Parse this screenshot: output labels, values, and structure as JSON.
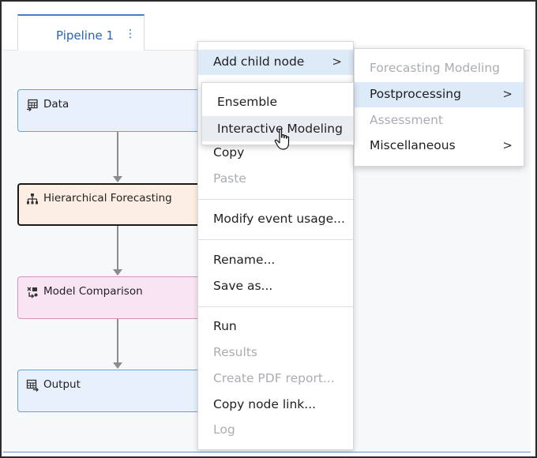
{
  "tab": {
    "label": "Pipeline 1",
    "menu_glyph": "⋮"
  },
  "nodes": [
    {
      "label": "Data",
      "icon": "data-table-icon"
    },
    {
      "label": "Hierarchical Forecasting",
      "icon": "hierarchy-icon"
    },
    {
      "label": "Model Comparison",
      "icon": "model-comparison-icon"
    },
    {
      "label": "Output",
      "icon": "output-table-icon"
    }
  ],
  "context_menu": {
    "items": [
      {
        "label": "Add child node",
        "state": "highlighted",
        "chevron": ">"
      },
      {
        "label": "Copy",
        "state": "enabled"
      },
      {
        "label": "Paste",
        "state": "disabled"
      },
      {
        "label": "Modify event usage...",
        "state": "enabled"
      },
      {
        "label": "Rename...",
        "state": "enabled"
      },
      {
        "label": "Save as...",
        "state": "enabled"
      },
      {
        "label": "Run",
        "state": "enabled"
      },
      {
        "label": "Results",
        "state": "disabled"
      },
      {
        "label": "Create PDF report...",
        "state": "disabled"
      },
      {
        "label": "Copy node link...",
        "state": "enabled"
      },
      {
        "label": "Log",
        "state": "disabled"
      }
    ]
  },
  "category_submenu": {
    "items": [
      {
        "label": "Forecasting Modeling",
        "state": "disabled"
      },
      {
        "label": "Postprocessing",
        "state": "highlighted",
        "chevron": ">"
      },
      {
        "label": "Assessment",
        "state": "disabled"
      },
      {
        "label": "Miscellaneous",
        "state": "enabled",
        "chevron": ">"
      }
    ]
  },
  "postprocessing_submenu": {
    "items": [
      {
        "label": "Ensemble",
        "state": "enabled"
      },
      {
        "label": "Interactive Modeling",
        "state": "hovered"
      }
    ]
  },
  "colors": {
    "accent": "#2b63b6",
    "highlight": "#ddeaf8",
    "disabled_text": "#a9adb3"
  }
}
